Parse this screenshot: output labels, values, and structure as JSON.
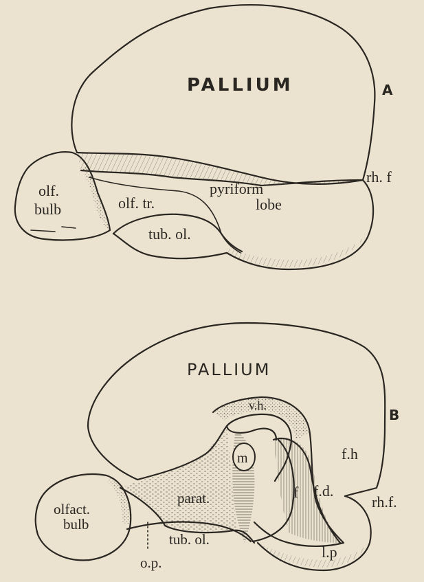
{
  "figure_a": {
    "panel_letter": "A",
    "pallium_label": "PALLIUM",
    "labels": {
      "olf_bulb_1": "olf.",
      "olf_bulb_2": "bulb",
      "olf_tract": "olf. tr.",
      "pyriform_1": "pyriform",
      "pyriform_2": "lobe",
      "tub_ol": "tub. ol.",
      "rh_f": "rh. f"
    }
  },
  "figure_b": {
    "panel_letter": "B",
    "pallium_label": "PALLIUM",
    "labels": {
      "olfact_bulb_1": "olfact.",
      "olfact_bulb_2": "bulb",
      "parat": "parat.",
      "tub_ol": "tub. ol.",
      "op": "o.p.",
      "m": "m",
      "vh": "v.h.",
      "f": "f",
      "fd": "f.d.",
      "fh": "f.h",
      "rh_f": "rh.f.",
      "lp": "l.p"
    }
  }
}
